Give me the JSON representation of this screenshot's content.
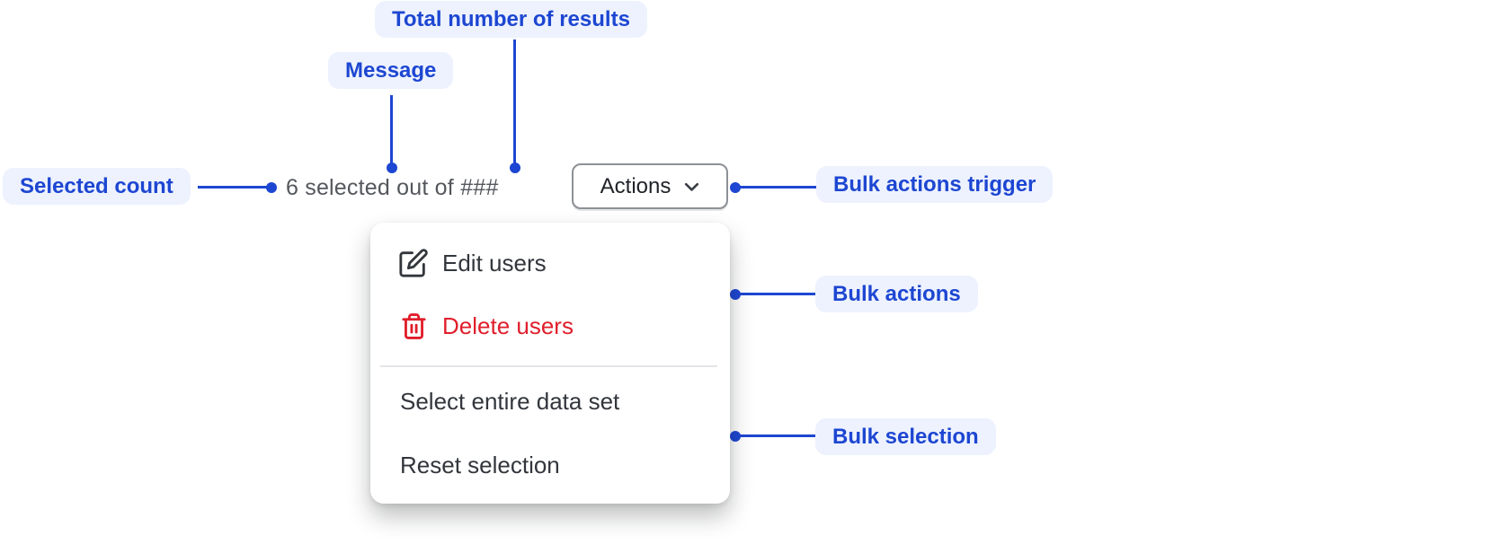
{
  "annotations": {
    "total_results_label": "Total number of results",
    "message_label": "Message",
    "selected_count_label": "Selected count",
    "bulk_actions_trigger_label": "Bulk actions trigger",
    "bulk_actions_label": "Bulk actions",
    "bulk_selection_label": "Bulk selection"
  },
  "selection_summary": {
    "message": "6 selected out of",
    "total_placeholder": "###"
  },
  "bulk_actions_trigger": {
    "label": "Actions",
    "icon": "chevron-down-icon"
  },
  "bulk_actions_menu": {
    "action_items": [
      {
        "label": "Edit users",
        "icon": "edit-icon",
        "style": "default"
      },
      {
        "label": "Delete users",
        "icon": "trash-icon",
        "style": "destructive"
      }
    ],
    "bulk_selection_items": [
      {
        "label": "Select entire data set"
      },
      {
        "label": "Reset selection"
      }
    ]
  },
  "colors": {
    "annotation_accent": "#1d46d2",
    "annotation_badge_bg": "#edf2fe",
    "summary_text": "#54575c",
    "menu_text": "#32363c",
    "destructive_red": "#e01e2b"
  }
}
